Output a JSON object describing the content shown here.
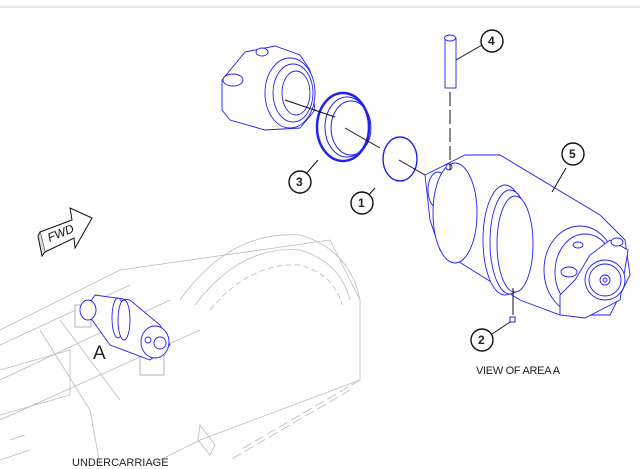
{
  "diagram": {
    "view_label": "VIEW OF AREA A",
    "area_label": "A",
    "section_label": "UNDERCARRIAGE",
    "direction_label": "FWD",
    "callouts": [
      "1",
      "2",
      "3",
      "4",
      "5"
    ],
    "colors": {
      "highlight": "#2020f0",
      "context": "#b8b8b8",
      "callout": "#111111"
    }
  }
}
